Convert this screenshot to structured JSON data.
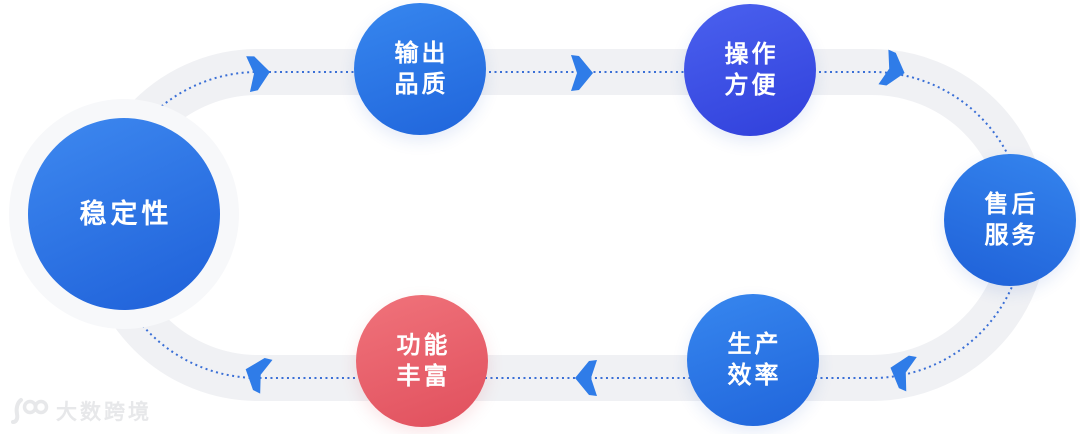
{
  "diagram": {
    "description": "circular quality-factor loop",
    "nodes": {
      "stability": {
        "label": "稳定性"
      },
      "output_quality": {
        "line1": "输出",
        "line2": "品质"
      },
      "easy_operation": {
        "line1": "操作",
        "line2": "方便"
      },
      "after_sales": {
        "line1": "售后",
        "line2": "服务"
      },
      "production_efficiency": {
        "line1": "生产",
        "line2": "效率"
      },
      "rich_features": {
        "line1": "功能",
        "line2": "丰富"
      }
    },
    "flow_order": [
      "稳定性",
      "输出品质",
      "操作方便",
      "售后服务",
      "生产效率",
      "功能丰富"
    ],
    "flow_direction": "clockwise",
    "colors": {
      "node_blue": "#2E7BE8",
      "node_indigo": "#3D50E5",
      "node_red": "#EA616C",
      "track": "#F0F1F4",
      "halo": "#F7F8FA",
      "dotted_line": "#3A6FD6",
      "arrow": "#2F7CE8",
      "label_text": "#FFFFFF"
    }
  },
  "watermark": {
    "logo": "100",
    "text": "大数跨境"
  }
}
